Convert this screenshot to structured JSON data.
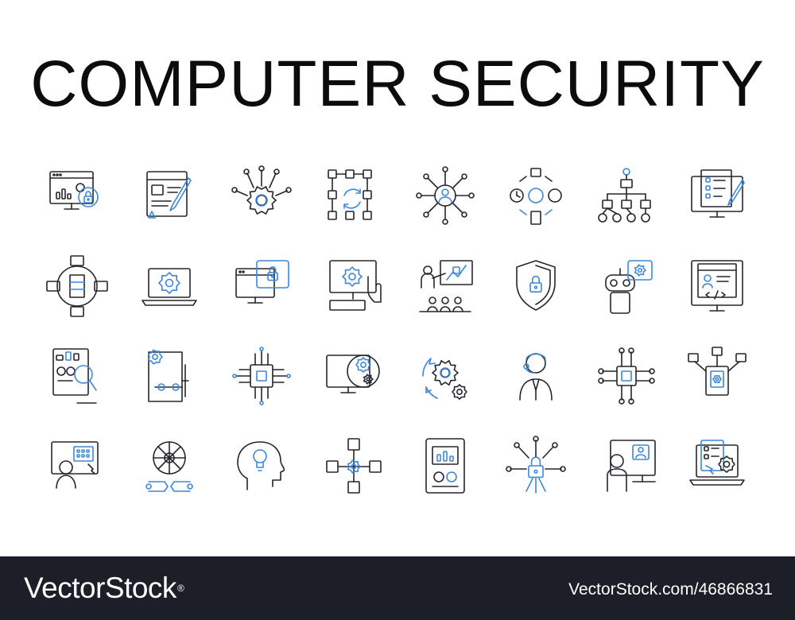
{
  "title": "COMPUTER SECURITY",
  "colors": {
    "outline": "#23262e",
    "accent": "#3d87d8",
    "footer": "#1d1f28"
  },
  "icons": [
    [
      "browser-lock-icon",
      "document-pen-icon",
      "gear-circuit-icon",
      "workflow-icon",
      "user-network-icon",
      "payment-flow-icon",
      "hierarchy-icon",
      "monitor-checklist-icon"
    ],
    [
      "database-network-icon",
      "laptop-gear-icon",
      "monitor-lock-icon",
      "computer-touch-icon",
      "presentation-icon",
      "shield-lock-icon",
      "robot-gear-icon",
      "monitor-code-icon"
    ],
    [
      "report-search-icon",
      "blueprint-tools-icon",
      "chip-icon",
      "monitor-gears-icon",
      "gear-cycle-icon",
      "support-agent-icon",
      "chip-network-icon",
      "document-network-icon"
    ],
    [
      "remote-worker-icon",
      "wheel-wrench-icon",
      "head-idea-icon",
      "network-diagram-icon",
      "tablet-report-icon",
      "circuit-lock-icon",
      "video-call-icon",
      "laptop-settings-icon"
    ]
  ],
  "footer": {
    "brand": "VectorStock",
    "registered": "®",
    "credit": "VectorStock.com/46866831"
  }
}
